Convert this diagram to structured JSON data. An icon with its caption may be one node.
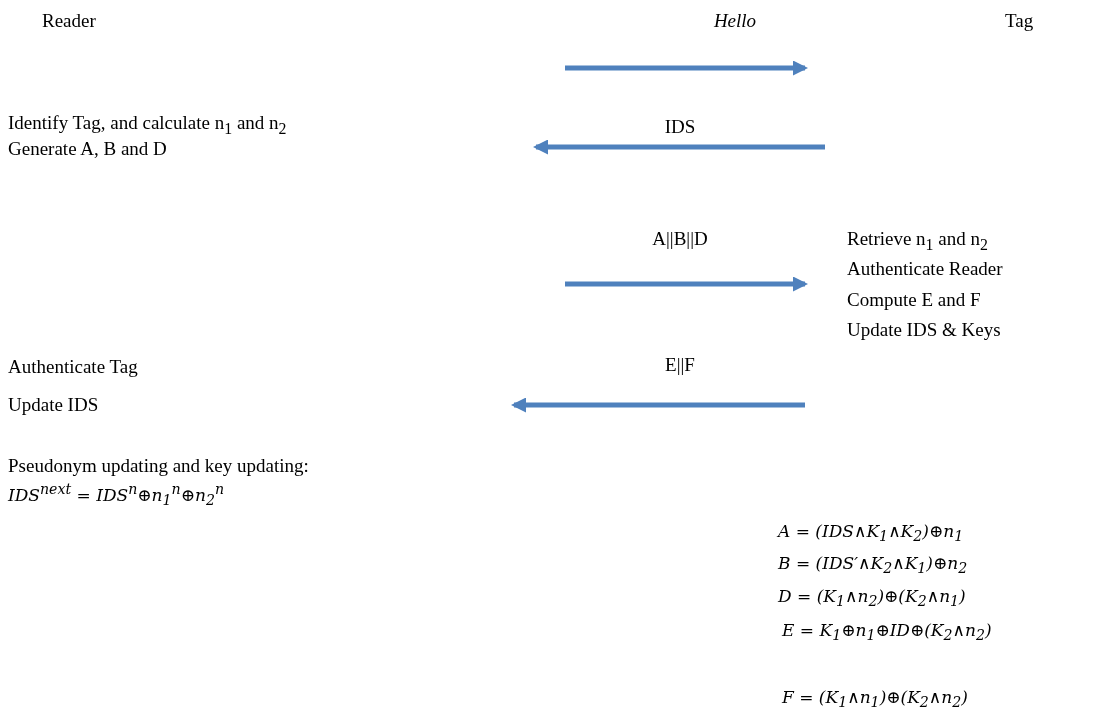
{
  "diagram": {
    "labels": [
      "Reader",
      "Hello",
      "Tag",
      "Identify Tag, and calculate n$_{1}$ and n$_{2}$",
      "IDS",
      "Generate A, B and D",
      "A||B||D",
      "Retrieve n$_{1}$ and n$_{2}$",
      "Authenticate Reader",
      "Compute E and F",
      "Update IDS & Keys",
      "Authenticate Tag",
      "E||F",
      "Update IDS",
      "Pseudonym updating and key updating:",
      "IDS$^{next}$ = IDS$^{n}$⊕n$_{1}$$^{n}$⊕n$_{2}$$^{n}$",
      "A = (IDS∧K$_{1}$∧K$_{2}$)⊕n$_{1}$",
      "B = (IDS′∧K$_{2}$∧K$_{1}$)⊕n$_{2}$",
      "D = (K$_{1}$∧n$_{2}$)⊕(K$_{2}$∧n$_{1}$)",
      "E = K$_{1}$⊕n$_{1}$⊕ID⊕(K$_{2}$∧n$_{2}$)",
      "F = (K$_{1}$∧n$_{1}$)⊕(K$_{2}$∧n$_{2}$)"
    ]
  }
}
